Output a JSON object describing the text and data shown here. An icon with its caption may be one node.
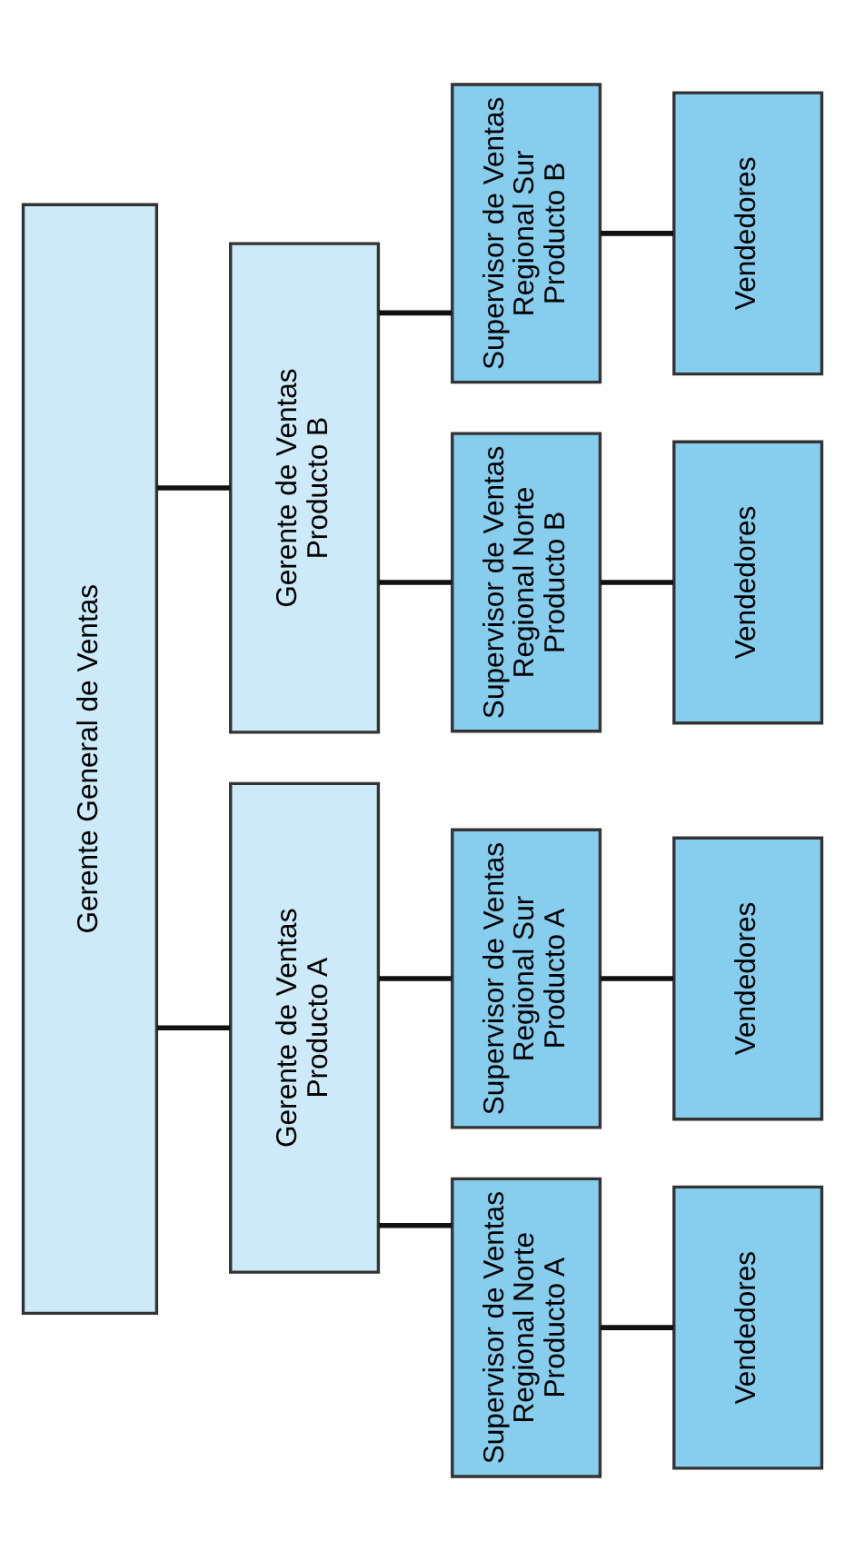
{
  "diagram": {
    "nodes": [
      {
        "text": [
          "Gerente General de Ventas"
        ]
      },
      {
        "text": [
          "Gerente de Ventas Producto A"
        ]
      },
      {
        "text": [
          "Supervisor de Ventas Regional Norte Producto A"
        ]
      },
      {
        "text": [
          "Vendedores"
        ]
      },
      {
        "text": [
          "Supervisor de Ventas Regional Sur Producto A"
        ]
      },
      {
        "text": [
          "Vendedores"
        ]
      },
      {
        "text": [
          "Gerente de Ventas Producto B"
        ]
      },
      {
        "text": [
          "Supervisor de Ventas Regional Norte Producto B"
        ]
      },
      {
        "text": [
          "Vendedores"
        ]
      },
      {
        "text": [
          "Supervisor de Ventas Regional Sur Producto B"
        ]
      },
      {
        "text": [
          "Vendedores"
        ]
      }
    ],
    "edges": [
      {
        "from": 0,
        "to": 1,
        "arrow": "none"
      },
      {
        "from": 0,
        "to": 6,
        "arrow": "none"
      },
      {
        "from": 1,
        "to": 2,
        "arrow": "none"
      },
      {
        "from": 1,
        "to": 4,
        "arrow": "none"
      },
      {
        "from": 2,
        "to": 3,
        "arrow": "none"
      },
      {
        "from": 4,
        "to": 5,
        "arrow": "none"
      },
      {
        "from": 6,
        "to": 7,
        "arrow": "none"
      },
      {
        "from": 6,
        "to": 9,
        "arrow": "none"
      },
      {
        "from": 7,
        "to": 8,
        "arrow": "none"
      },
      {
        "from": 9,
        "to": 10,
        "arrow": "none"
      }
    ]
  }
}
